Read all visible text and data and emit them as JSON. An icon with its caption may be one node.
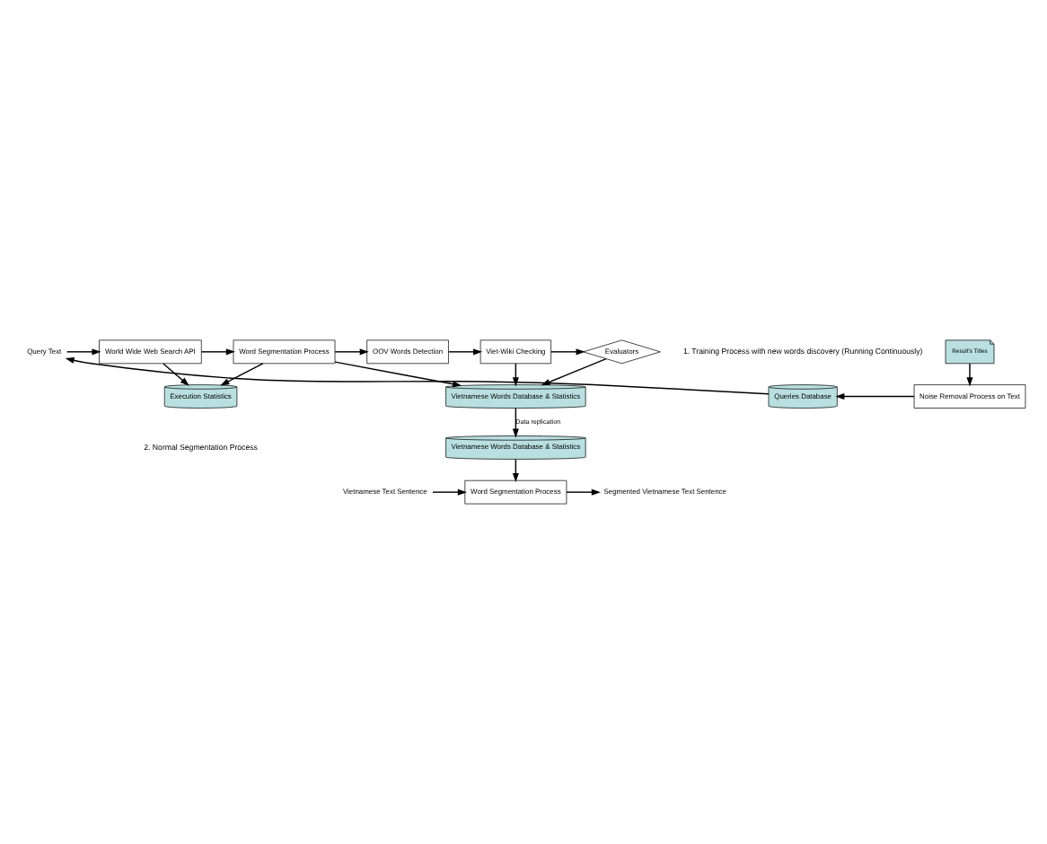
{
  "diagram": {
    "nodes": [
      {
        "text": [
          "Queries Database"
        ]
      },
      {
        "text": [
          "Noise Removal Process on Text"
        ]
      },
      {
        "text": [
          "Result's Titles"
        ]
      },
      {
        "text": [
          "Query Text"
        ]
      },
      {
        "text": [
          "World Wide Web Search API"
        ]
      },
      {
        "text": [
          "Word Segmentation Process"
        ]
      },
      {
        "text": [
          "OOV Words Detection"
        ]
      },
      {
        "text": [
          "Viet-Wiki Checking"
        ]
      },
      {
        "text": [
          "Evaluators"
        ]
      },
      {
        "text": [
          "Execution Statistics"
        ]
      },
      {
        "text": [
          "Vietnamese Words Database & Statistics"
        ]
      },
      {
        "text": [
          "Vietnamese Words Database & Statistics"
        ]
      },
      {
        "text": [
          "Vietnamese Text Sentence"
        ]
      },
      {
        "text": [
          "Word Segmentation Process"
        ]
      },
      {
        "text": [
          "Segmented Vietnamese Text Sentence"
        ]
      }
    ],
    "edges": [
      {
        "from": 1,
        "to": 0,
        "arrow": "to"
      },
      {
        "from": 0,
        "to": 3,
        "arrow": "to"
      },
      {
        "from": 2,
        "to": 1,
        "arrow": "to"
      },
      {
        "from": 3,
        "to": 4,
        "arrow": "to"
      },
      {
        "from": 4,
        "to": 5,
        "arrow": "to"
      },
      {
        "from": 5,
        "to": 6,
        "arrow": "to"
      },
      {
        "from": 6,
        "to": 7,
        "arrow": "to"
      },
      {
        "from": 7,
        "to": 8,
        "arrow": "to"
      },
      {
        "from": 4,
        "to": 9,
        "arrow": "to"
      },
      {
        "from": 5,
        "to": 9,
        "arrow": "to"
      },
      {
        "from": 5,
        "to": 10,
        "arrow": "to"
      },
      {
        "from": 7,
        "to": 10,
        "arrow": "to"
      },
      {
        "from": 8,
        "to": 10,
        "arrow": "to"
      },
      {
        "from": 10,
        "to": 11,
        "arrow": "to",
        "label": "Data replication"
      },
      {
        "from": 11,
        "to": 13,
        "arrow": "to"
      },
      {
        "from": 12,
        "to": 13,
        "arrow": "to"
      },
      {
        "from": 13,
        "to": 14,
        "arrow": "to"
      }
    ],
    "labels": [
      "1. Training Process with new words discovery (Running Continuously)",
      "2. Normal Segmentation Process"
    ]
  }
}
